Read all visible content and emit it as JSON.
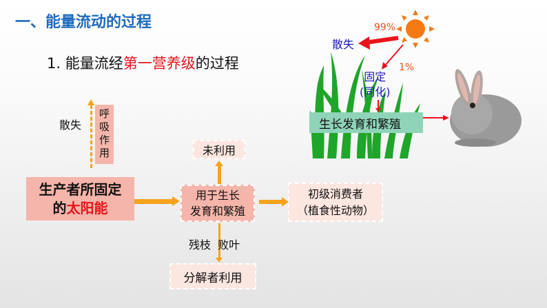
{
  "title": "一、能量流动的过程",
  "subtitle": {
    "prefix": "1. 能量流经",
    "highlight": "第一营养级",
    "suffix": "的过程"
  },
  "flow": {
    "loss_label": "散失",
    "respiration": "呼吸作用",
    "producer_line1": "生产者所固定",
    "producer_line2_prefix": "的",
    "producer_line2_highlight": "太阳能",
    "growth_line1": "用于生长",
    "growth_line2": "发育和繁殖",
    "unused": "未利用",
    "consumer_line1": "初级消费者",
    "consumer_line2": "（植食性动物）",
    "litter": "残枝  败叶",
    "decomposer": "分解者利用"
  },
  "illustration": {
    "percent_lost": "99%",
    "lost_label": "散失",
    "percent_fixed": "1%",
    "fixed_line1": "固定",
    "fixed_line2": "(同化)",
    "growth_box": "生长发育和繁殖"
  },
  "colors": {
    "title": "#1f6bbf",
    "highlight": "#e8141c",
    "arrow": "#f7a21c",
    "box": "#f5b5aa",
    "teal": "#8fd4b8"
  }
}
